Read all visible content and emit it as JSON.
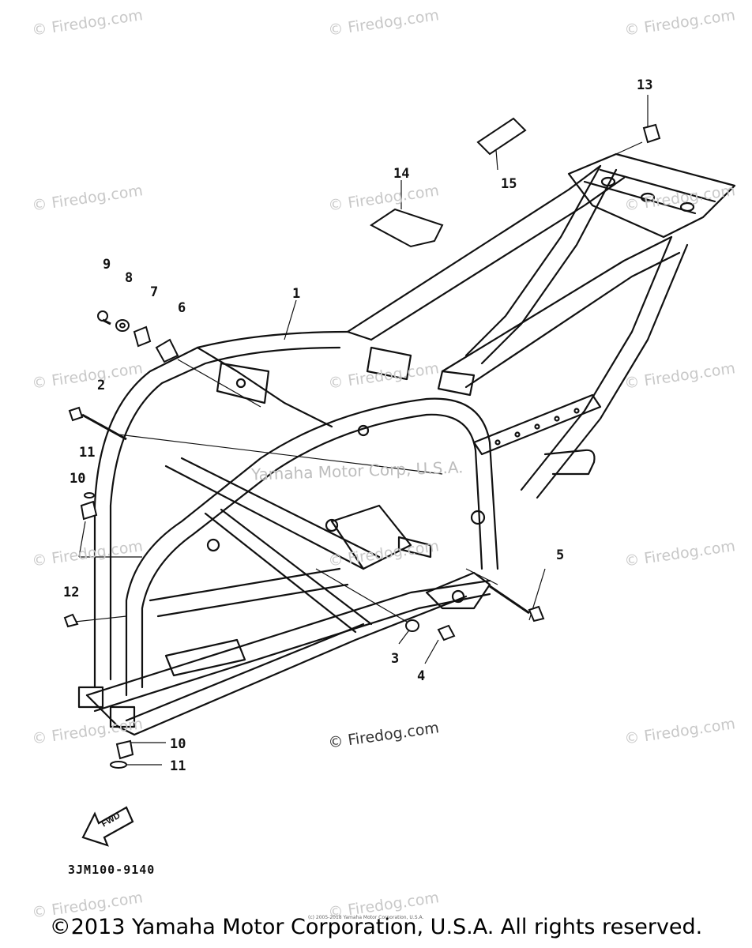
{
  "watermarks": {
    "text": "© Firedog.com",
    "center_text": "Yamaha Motor Corp, U.S.A."
  },
  "callouts": {
    "c1": "1",
    "c2": "2",
    "c3": "3",
    "c4": "4",
    "c5": "5",
    "c6": "6",
    "c7": "7",
    "c8": "8",
    "c9": "9",
    "c10a": "10",
    "c10b": "10",
    "c11a": "11",
    "c11b": "11",
    "c12": "12",
    "c13": "13",
    "c14": "14",
    "c15": "15"
  },
  "fwd_label": "FWD",
  "diagram_code": "3JM100-9140",
  "fine_print": "(c) 2005-2018 Yamaha Motor Corporation, U.S.A.",
  "copyright": "©2013 Yamaha Motor Corporation, U.S.A. All rights reserved.",
  "colors": {
    "line": "#111111",
    "watermark": "#c8c8c8"
  }
}
